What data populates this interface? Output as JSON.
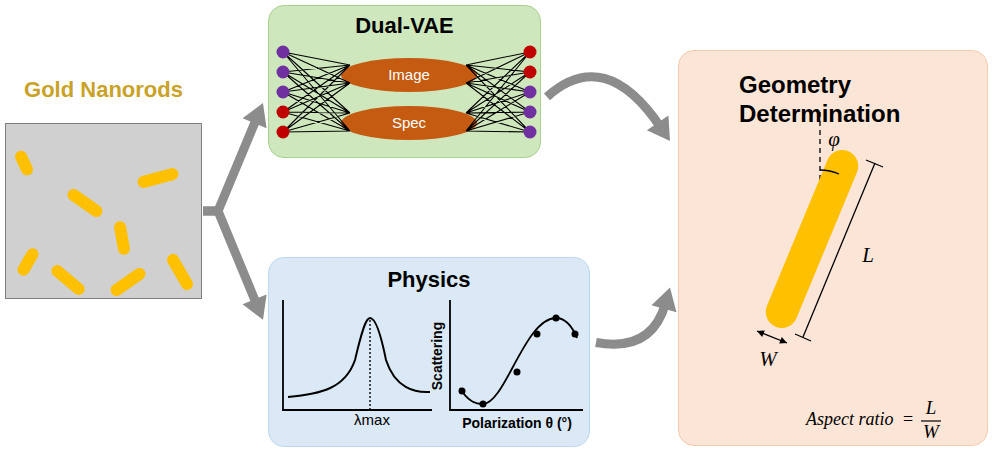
{
  "diagram": {
    "nodes": [
      {
        "text": [
          "Gold Nanorods"
        ]
      },
      {
        "text": [
          "Dual-VAE"
        ]
      },
      {
        "text": [
          "Image"
        ],
        "in": 1
      },
      {
        "text": [
          "Spec"
        ],
        "in": 1
      },
      {
        "text": [
          "Physics"
        ]
      },
      {
        "text": [
          "Geometry Determination"
        ]
      }
    ],
    "edges": [
      {
        "from": 0,
        "to": 1,
        "arrow": "to"
      },
      {
        "from": 0,
        "to": 4,
        "arrow": "to"
      },
      {
        "from": 1,
        "to": 5,
        "arrow": "to"
      },
      {
        "from": 4,
        "to": 5,
        "arrow": "to"
      }
    ],
    "labels": [
      "λmax",
      "Scattering",
      "Polarization θ (°)",
      "φ",
      "L",
      "W",
      "Aspect ratio",
      "=",
      "L",
      "W"
    ]
  }
}
